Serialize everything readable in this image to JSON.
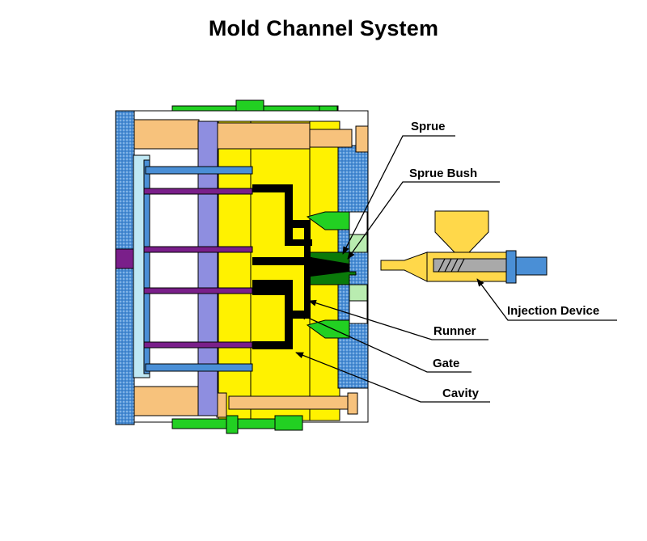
{
  "title": "Mold Channel System",
  "labels": {
    "sprue": "Sprue",
    "sprue_bush": "Sprue Bush",
    "injection_device": "Injection Device",
    "runner": "Runner",
    "gate": "Gate",
    "cavity": "Cavity"
  },
  "colors": {
    "blue_plate": "#4a8fd6",
    "orange": "#f7c27c",
    "yellow": "#fff200",
    "lavender": "#8e8ee0",
    "green": "#22d022",
    "dark_green": "#0a7a0a",
    "light_green": "#b9ecb0",
    "purple": "#7a1f8a",
    "light_blue": "#bfe8f4",
    "channel": "#000000",
    "barrel": "#ffd84a",
    "screw": "#a9a9a9"
  }
}
